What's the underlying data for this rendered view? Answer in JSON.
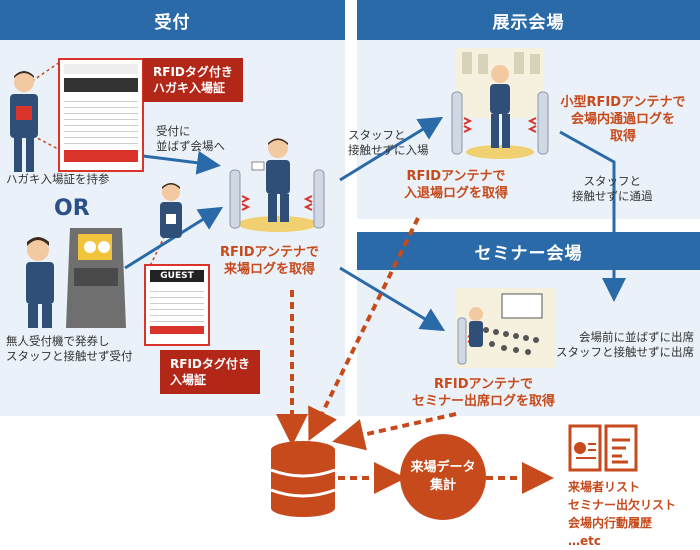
{
  "headers": {
    "reception": "受付",
    "exhibition": "展示会場",
    "seminar": "セミナー会場"
  },
  "reception": {
    "box_card": "RFIDタグ付き\nハガキ入場証",
    "box_ticket": "RFIDタグ付き\n入場証",
    "line_queue": "受付に\n並ばず会場へ",
    "caption_card": "ハガキ入場証を持参",
    "or": "OR",
    "caption_kiosk": "無人受付機で発券し\nスタッフと接触せず受付",
    "antenna_label": "RFIDアンテナで\n来場ログを取得",
    "ticket_guest": "GUEST"
  },
  "exhibition": {
    "staff_entry": "スタッフと\n接触せずに入場",
    "small_antenna": "小型RFIDアンテナで\n会場内通過ログを\n取得",
    "staff_pass": "スタッフと\n接触せずに通過",
    "entry_log": "RFIDアンテナで\n入退場ログを取得"
  },
  "seminar": {
    "exit_line": "会場前に並ばずに出席\nスタッフと接触せずに出席",
    "attendance_log": "RFIDアンテナで\nセミナー出席ログを取得"
  },
  "aggregate": {
    "label": "来場データ\n集計"
  },
  "outputs": [
    "来場者リスト",
    "セミナー出欠リスト",
    "会場内行動履歴",
    "…etc"
  ],
  "colors": {
    "header_blue": "#2a6aa8",
    "panel": "#eaf1f8",
    "accent": "#c64a1c",
    "box_red": "#b22718",
    "arrow_blue": "#2a6aa8"
  }
}
